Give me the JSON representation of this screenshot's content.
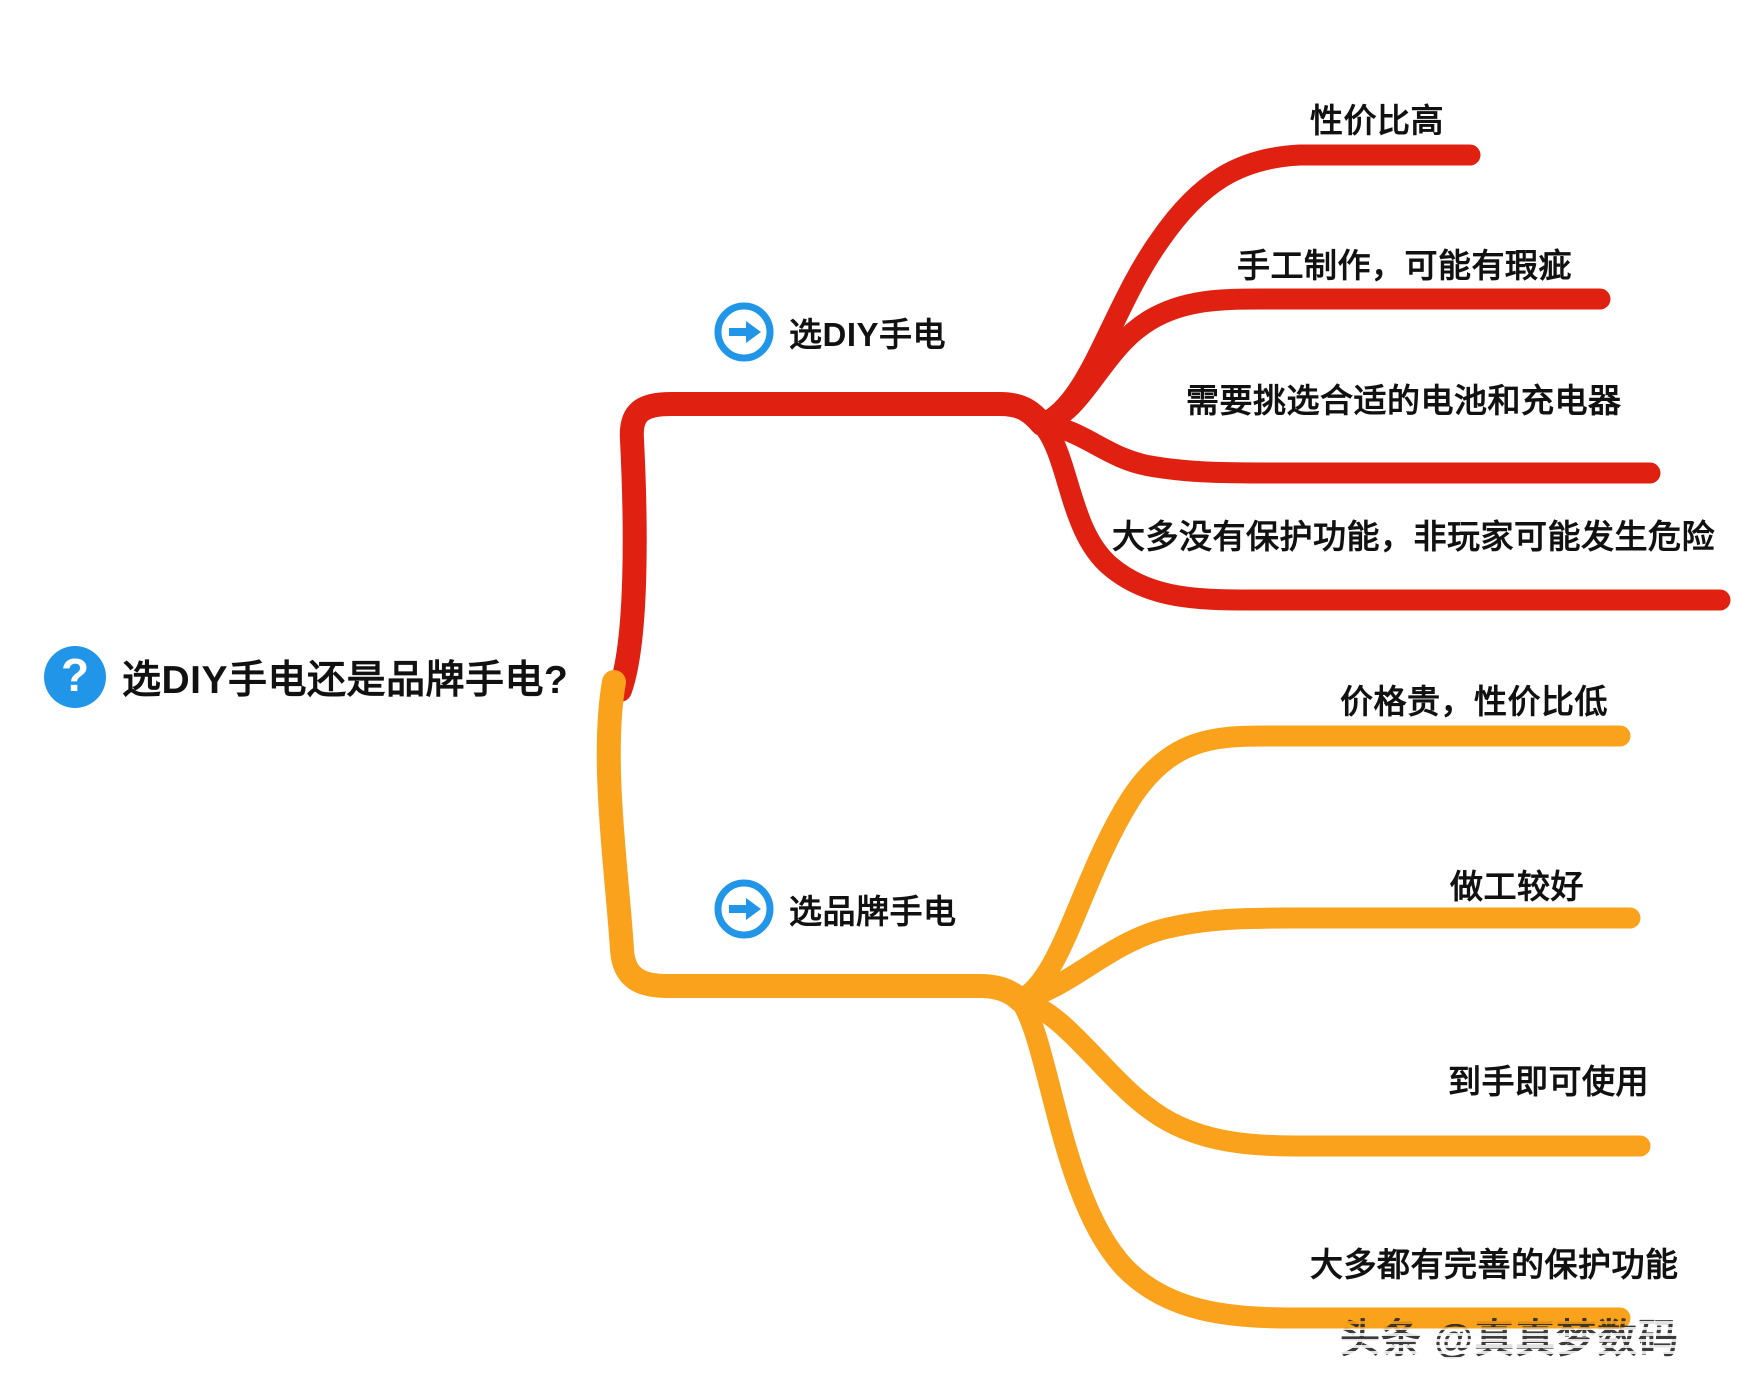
{
  "diagram": {
    "type": "mind-map",
    "title": "选DIY手电还是品牌手电?",
    "colors": {
      "root_accent": "#2196E8",
      "branch_diy": "#E02010",
      "branch_brand": "#FAA21B",
      "text": "#111111",
      "background": "#FFFFFF"
    },
    "root": {
      "label": "选DIY手电还是品牌手电?",
      "icon": "question-mark-circle-icon",
      "icon_glyph": "?"
    },
    "branches": [
      {
        "id": "diy",
        "label": "选DIY手电",
        "icon": "arrow-right-circle-icon",
        "color": "#E02010",
        "leaves": [
          {
            "label": "性价比高"
          },
          {
            "label": "手工制作，可能有瑕疵"
          },
          {
            "label": "需要挑选合适的电池和充电器"
          },
          {
            "label": "大多没有保护功能，非玩家可能发生危险"
          }
        ]
      },
      {
        "id": "brand",
        "label": "选品牌手电",
        "icon": "arrow-right-circle-icon",
        "color": "#FAA21B",
        "leaves": [
          {
            "label": "价格贵，性价比低"
          },
          {
            "label": "做工较好"
          },
          {
            "label": "到手即可使用"
          },
          {
            "label": "大多都有完善的保护功能"
          }
        ]
      }
    ],
    "watermark": {
      "text": "头条 @真真梦数码"
    }
  }
}
